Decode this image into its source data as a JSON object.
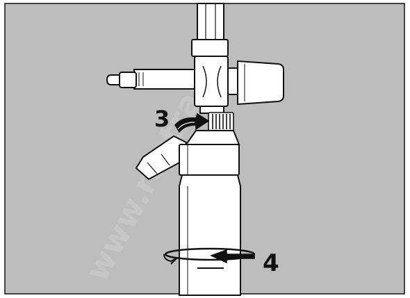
{
  "steps": {
    "step_3": "3",
    "step_4": "4"
  },
  "watermark": "www.rostrans",
  "colors": {
    "background": "#bdbdbd",
    "part_fill": "#ffffff",
    "line": "#111111",
    "watermark": "#c8c8c8"
  }
}
